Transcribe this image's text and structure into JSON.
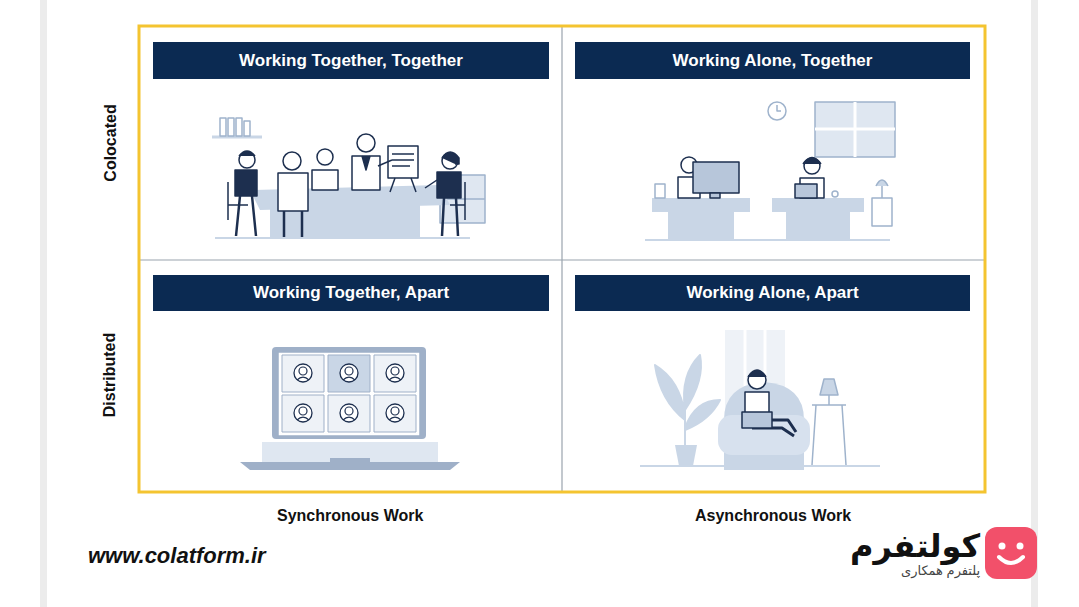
{
  "diagram": {
    "nodes": [
      {
        "text": [
          "Working Together, Together"
        ]
      },
      {
        "text": [
          "Working Alone, Together"
        ]
      },
      {
        "text": [
          "Working Together, Apart"
        ]
      },
      {
        "text": [
          "Working Alone, Apart"
        ]
      }
    ],
    "labels": [
      "Colocated",
      "Distributed",
      "Synchronous Work",
      "Asynchronous Work",
      "www.colatform.ir",
      "کولتفرم",
      "پلتفرم همکاری"
    ]
  }
}
